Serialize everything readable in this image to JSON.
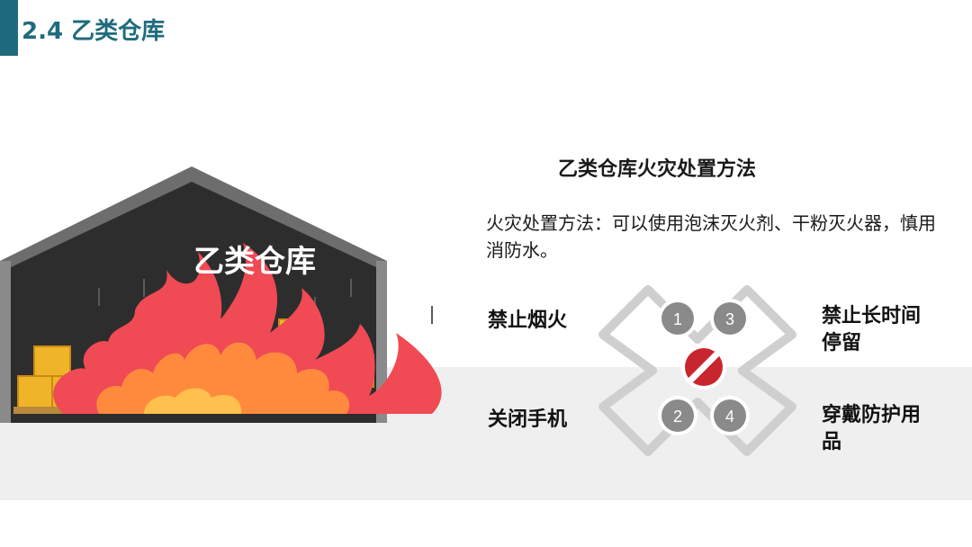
{
  "header": {
    "title": "2.4 乙类仓库"
  },
  "illustration": {
    "warehouse_label": "乙类仓库"
  },
  "section": {
    "title": "乙类仓库火灾处置方法",
    "description": "火灾处置方法：可以使用泡沫灭火剂、干粉灭火器，慎用消防水。"
  },
  "rules": [
    {
      "number": "1",
      "label": "禁止烟火"
    },
    {
      "number": "2",
      "label": "关闭手机"
    },
    {
      "number": "3",
      "label": "禁止长时间停留"
    },
    {
      "number": "4",
      "label": "穿戴防护用品"
    }
  ],
  "colors": {
    "accent": "#1f6b7d",
    "flame_outer": "#f04a55",
    "flame_inner": "#ff8a3d",
    "prohibit_red": "#c8262e",
    "number_gray": "#8a8a8a"
  },
  "icons": {
    "center": "prohibited-icon"
  }
}
